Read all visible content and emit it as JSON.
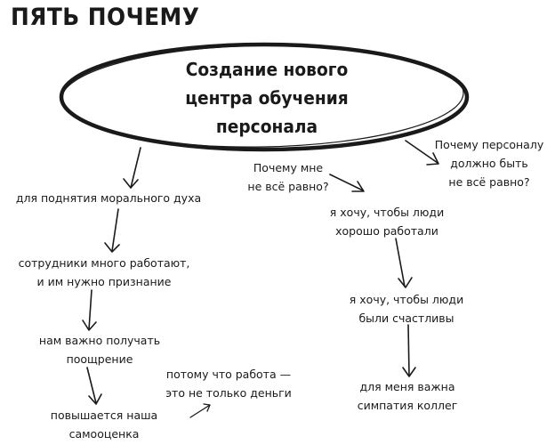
{
  "title": "ПЯТЬ ПОЧЕМУ",
  "center": {
    "line1": "Создание нового",
    "line2": "центра обучения персонала"
  },
  "left_chain": [
    {
      "lines": [
        "для поднятия морального духа"
      ]
    },
    {
      "lines": [
        "сотрудники много работают,",
        "и им нужно признание"
      ]
    },
    {
      "lines": [
        "нам важно получать",
        "поощрение"
      ]
    },
    {
      "lines": [
        "повышается наша",
        "самооценка"
      ]
    }
  ],
  "side_note": {
    "lines": [
      "потому что работа —",
      "это не только деньги"
    ]
  },
  "questions": {
    "q1": {
      "lines": [
        "Почему мне",
        "не всё равно?"
      ]
    },
    "q2": {
      "lines": [
        "Почему персоналу",
        "должно быть",
        "не всё равно?"
      ]
    }
  },
  "right_chain": [
    {
      "lines": [
        "я хочу, чтобы люди",
        "хорошо работали"
      ]
    },
    {
      "lines": [
        "я хочу, чтобы люди",
        "были счастливы"
      ]
    },
    {
      "lines": [
        "для меня важна",
        "симпатия коллег"
      ]
    }
  ]
}
